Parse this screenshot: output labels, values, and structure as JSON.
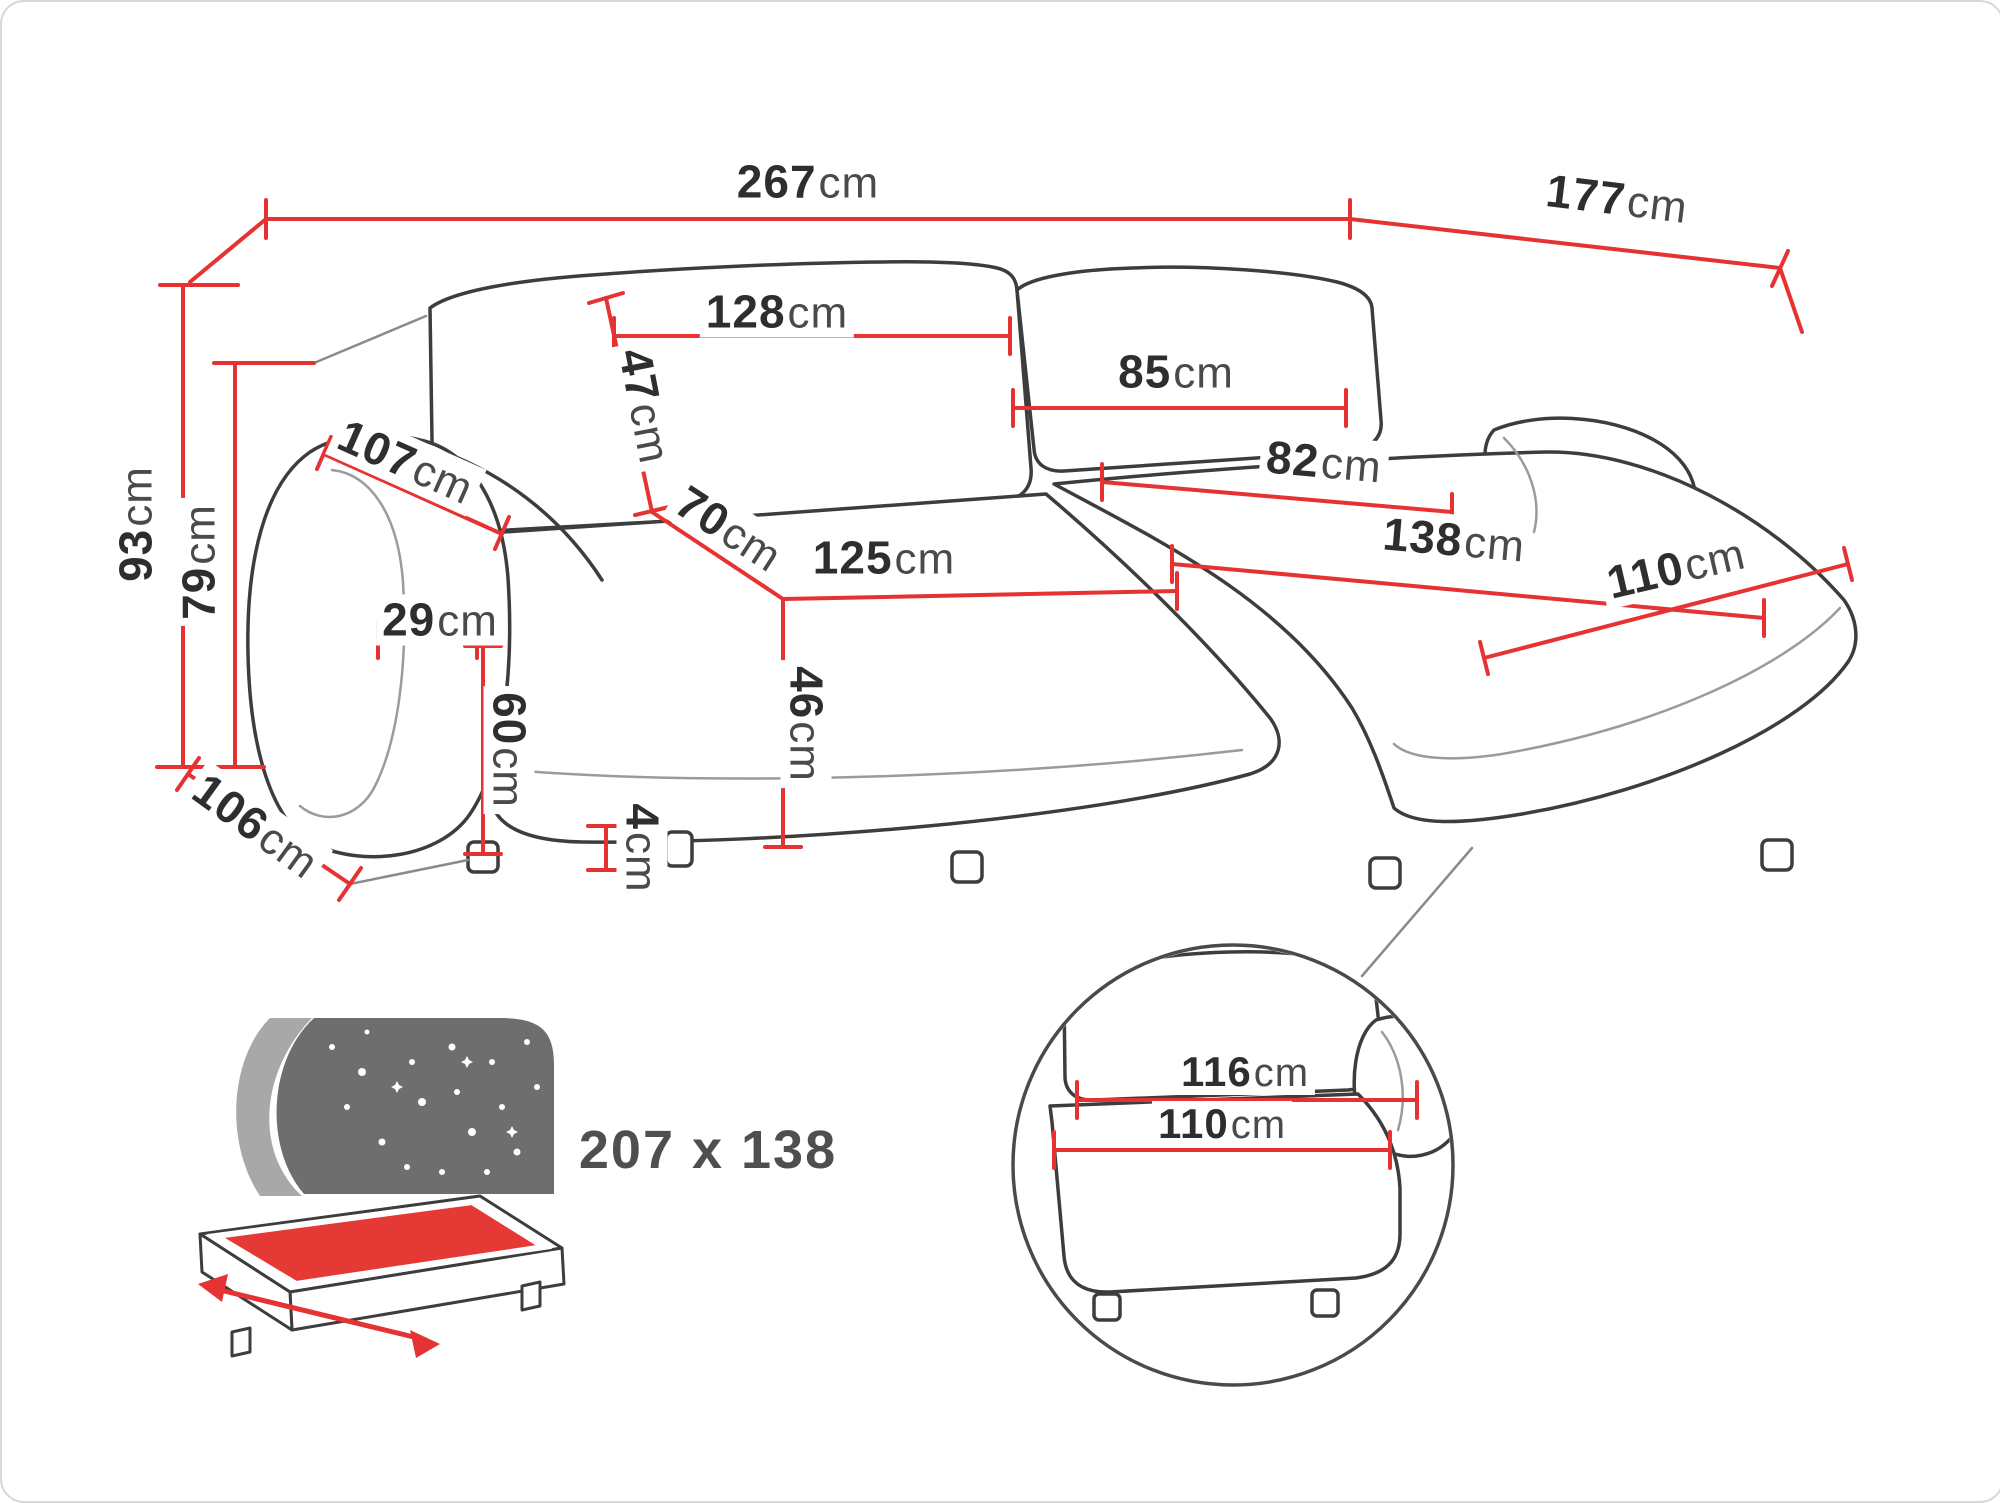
{
  "page": {
    "background": "#ffffff",
    "accent_red": "#e63232",
    "outline_gray": "#3d3d3d"
  },
  "measurements": {
    "total_width": {
      "value": "267",
      "unit": "cm"
    },
    "total_depth": {
      "value": "177",
      "unit": "cm"
    },
    "total_height": {
      "value": "93",
      "unit": "cm"
    },
    "backrest_height": {
      "value": "79",
      "unit": "cm"
    },
    "left_back_cushion_width": {
      "value": "128",
      "unit": "cm"
    },
    "back_cushion_height": {
      "value": "47",
      "unit": "cm"
    },
    "right_back_cushion_width": {
      "value": "85",
      "unit": "cm"
    },
    "armrest_length": {
      "value": "107",
      "unit": "cm"
    },
    "seat_depth": {
      "value": "70",
      "unit": "cm"
    },
    "seat_width": {
      "value": "125",
      "unit": "cm"
    },
    "chaise_inner_width": {
      "value": "82",
      "unit": "cm"
    },
    "chaise_length": {
      "value": "138",
      "unit": "cm"
    },
    "chaise_width": {
      "value": "110",
      "unit": "cm"
    },
    "armrest_width": {
      "value": "29",
      "unit": "cm"
    },
    "armrest_height": {
      "value": "60",
      "unit": "cm"
    },
    "seat_height": {
      "value": "46",
      "unit": "cm"
    },
    "leg_height": {
      "value": "4",
      "unit": "cm"
    },
    "side_depth": {
      "value": "106",
      "unit": "cm"
    },
    "detail_width_top": {
      "value": "116",
      "unit": "cm"
    },
    "detail_width_bottom": {
      "value": "110",
      "unit": "cm"
    }
  },
  "bed": {
    "sleeping_area": "207 x 138"
  }
}
